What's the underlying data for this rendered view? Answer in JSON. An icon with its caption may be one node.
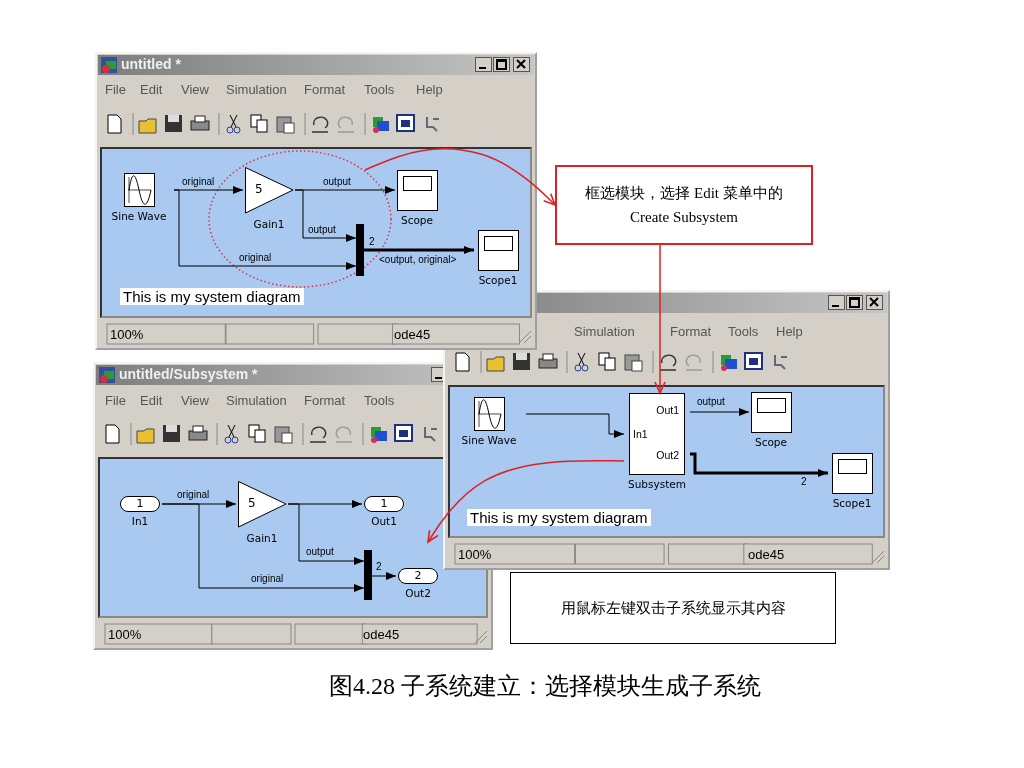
{
  "diagram": {
    "caption": "图4.28 子系统建立：选择模块生成子系统",
    "nodes": [
      {
        "text": [
          "untitled *"
        ]
      },
      {
        "text": [
          "Sine Wave"
        ],
        "in": 0
      },
      {
        "text": [
          "5",
          "Gain1"
        ],
        "in": 0
      },
      {
        "text": [
          "Scope"
        ],
        "in": 0
      },
      {
        "text": [],
        "shape": "bar",
        "in": 0
      },
      {
        "text": [
          "Scope1"
        ],
        "in": 0
      },
      {
        "text": [
          "框选模块，选择 Edit 菜单中的 Create Subsystem"
        ]
      },
      {
        "text": [],
        "shape": "box"
      },
      {
        "text": [
          "Sine Wave"
        ],
        "in": 7
      },
      {
        "text": [
          "Out1",
          "In1",
          "Out2",
          "Subsystem"
        ],
        "in": 7
      },
      {
        "text": [
          "Scope"
        ],
        "in": 7
      },
      {
        "text": [
          "Scope1"
        ],
        "in": 7
      },
      {
        "text": [
          "untitled/Subsystem *"
        ]
      },
      {
        "text": [
          "1",
          "In1"
        ],
        "in": 12
      },
      {
        "text": [
          "5",
          "Gain1"
        ],
        "in": 12
      },
      {
        "text": [
          "1",
          "Out1"
        ],
        "in": 12
      },
      {
        "text": [],
        "shape": "bar",
        "in": 12
      },
      {
        "text": [
          "2",
          "Out2"
        ],
        "in": 12
      },
      {
        "text": [
          "用鼠标左键双击子系统显示其内容"
        ]
      }
    ],
    "edges": [
      {
        "from": 1,
        "to": 2,
        "arrow": "to",
        "label": "original"
      },
      {
        "from": 2,
        "to": 3,
        "arrow": "to",
        "label": "output"
      },
      {
        "from": 2,
        "to": 4,
        "arrow": "to",
        "label": "output"
      },
      {
        "from": 1,
        "to": 4,
        "arrow": "to",
        "label": "original"
      },
      {
        "from": 4,
        "to": 5,
        "arrow": "to",
        "label": "<output, original>",
        "style": "thick"
      },
      {
        "from": null,
        "to": 6,
        "arrow": "to",
        "color": "#e02020"
      },
      {
        "from": 8,
        "to": 9,
        "arrow": "to"
      },
      {
        "from": 9,
        "to": 10,
        "arrow": "to",
        "label": "output"
      },
      {
        "from": 9,
        "to": 11,
        "arrow": "to",
        "label": "2",
        "style": "thick"
      },
      {
        "from": 6,
        "to": 9,
        "arrow": "to",
        "color": "#e02020"
      },
      {
        "from": 9,
        "to": null,
        "arrow": "to",
        "color": "#e02020"
      },
      {
        "from": 13,
        "to": 14,
        "arrow": "to",
        "label": "original"
      },
      {
        "from": 14,
        "to": 15,
        "arrow": "to"
      },
      {
        "from": 14,
        "to": 16,
        "arrow": "to",
        "label": "output"
      },
      {
        "from": 13,
        "to": 16,
        "arrow": "to",
        "label": "original"
      },
      {
        "from": 16,
        "to": 17,
        "arrow": "to",
        "label": "2"
      }
    ],
    "labels": [
      "File",
      "Edit",
      "View",
      "Simulation",
      "Format",
      "Tools",
      "Help",
      "2",
      "This is my system diagram",
      "100%",
      "ode45",
      "Simulation",
      "Format",
      "Tools",
      "Help",
      "This is my system diagram",
      "100%",
      "ode45",
      "File",
      "Edit",
      "View",
      "Simulation",
      "Format",
      "Tools",
      "100%",
      "ode45"
    ]
  }
}
